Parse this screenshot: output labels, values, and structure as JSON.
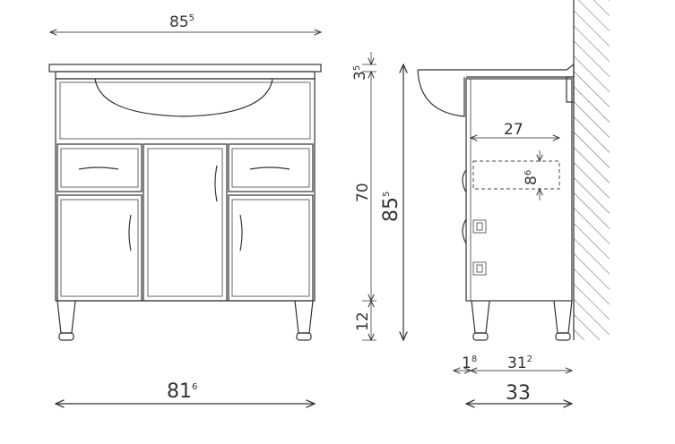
{
  "dimensions": {
    "top_width": {
      "main": "85",
      "sup": "5"
    },
    "bottom_width": {
      "main": "81",
      "sup": "6"
    },
    "sink_thickness": {
      "main": "3",
      "sup": "5"
    },
    "cabinet_height": {
      "main": "70",
      "sup": ""
    },
    "leg_height": {
      "main": "12",
      "sup": ""
    },
    "total_height": {
      "main": "85",
      "sup": "5"
    },
    "depth_inner": {
      "main": "27",
      "sup": ""
    },
    "drawer_height": {
      "main": "8",
      "sup": "6"
    },
    "side_offset": {
      "main": "1",
      "sup": "8"
    },
    "body_depth": {
      "main": "31",
      "sup": "2"
    },
    "total_depth": {
      "main": "33",
      "sup": ""
    }
  }
}
